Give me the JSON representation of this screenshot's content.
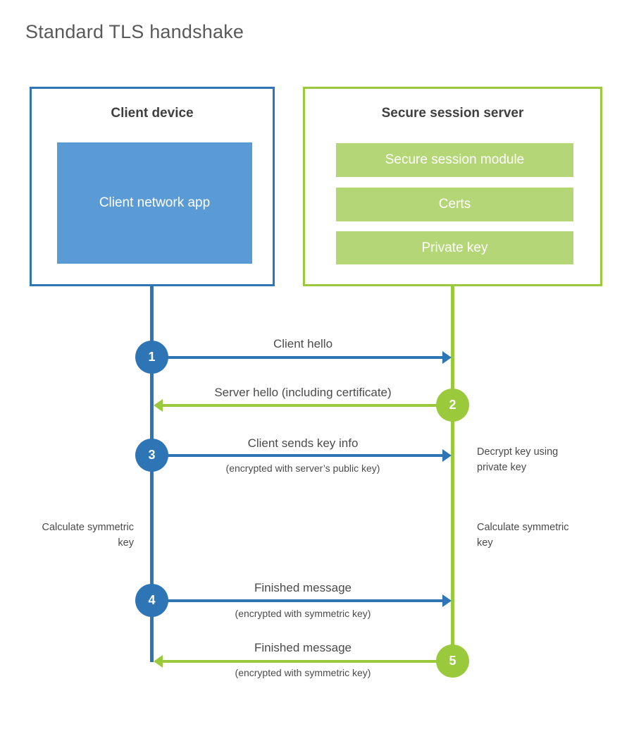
{
  "page": {
    "title": "Standard TLS handshake"
  },
  "client": {
    "title": "Client device",
    "app_label": "Client network app"
  },
  "server": {
    "title": "Secure session server",
    "modules": [
      "Secure session module",
      "Certs",
      "Private key"
    ]
  },
  "steps": [
    {
      "number": "1",
      "label": "Client hello",
      "sublabel": "",
      "direction": "right",
      "color": "blue"
    },
    {
      "number": "2",
      "label": "Server hello (including certificate)",
      "sublabel": "",
      "direction": "left",
      "color": "green"
    },
    {
      "number": "3",
      "label": "Client sends key info",
      "sublabel": "(encrypted with server’s public key)",
      "direction": "right",
      "color": "blue"
    },
    {
      "number": "4",
      "label": "Finished message",
      "sublabel": "(encrypted with symmetric key)",
      "direction": "right",
      "color": "blue"
    },
    {
      "number": "5",
      "label": "Finished message",
      "sublabel": "(encrypted with symmetric key)",
      "direction": "left",
      "color": "green"
    }
  ],
  "annotations": {
    "decrypt": "Decrypt key using private key",
    "calc_left": "Calculate symmetric key",
    "calc_right": "Calculate symmetric key"
  },
  "colors": {
    "blue": "#2e75b6",
    "blue_light": "#5b9bd5",
    "green": "#9aca3c",
    "green_light": "#b5d677",
    "text_dark": "#3f3f3f",
    "text_gray": "#4a4a4a",
    "title_gray": "#595959"
  }
}
